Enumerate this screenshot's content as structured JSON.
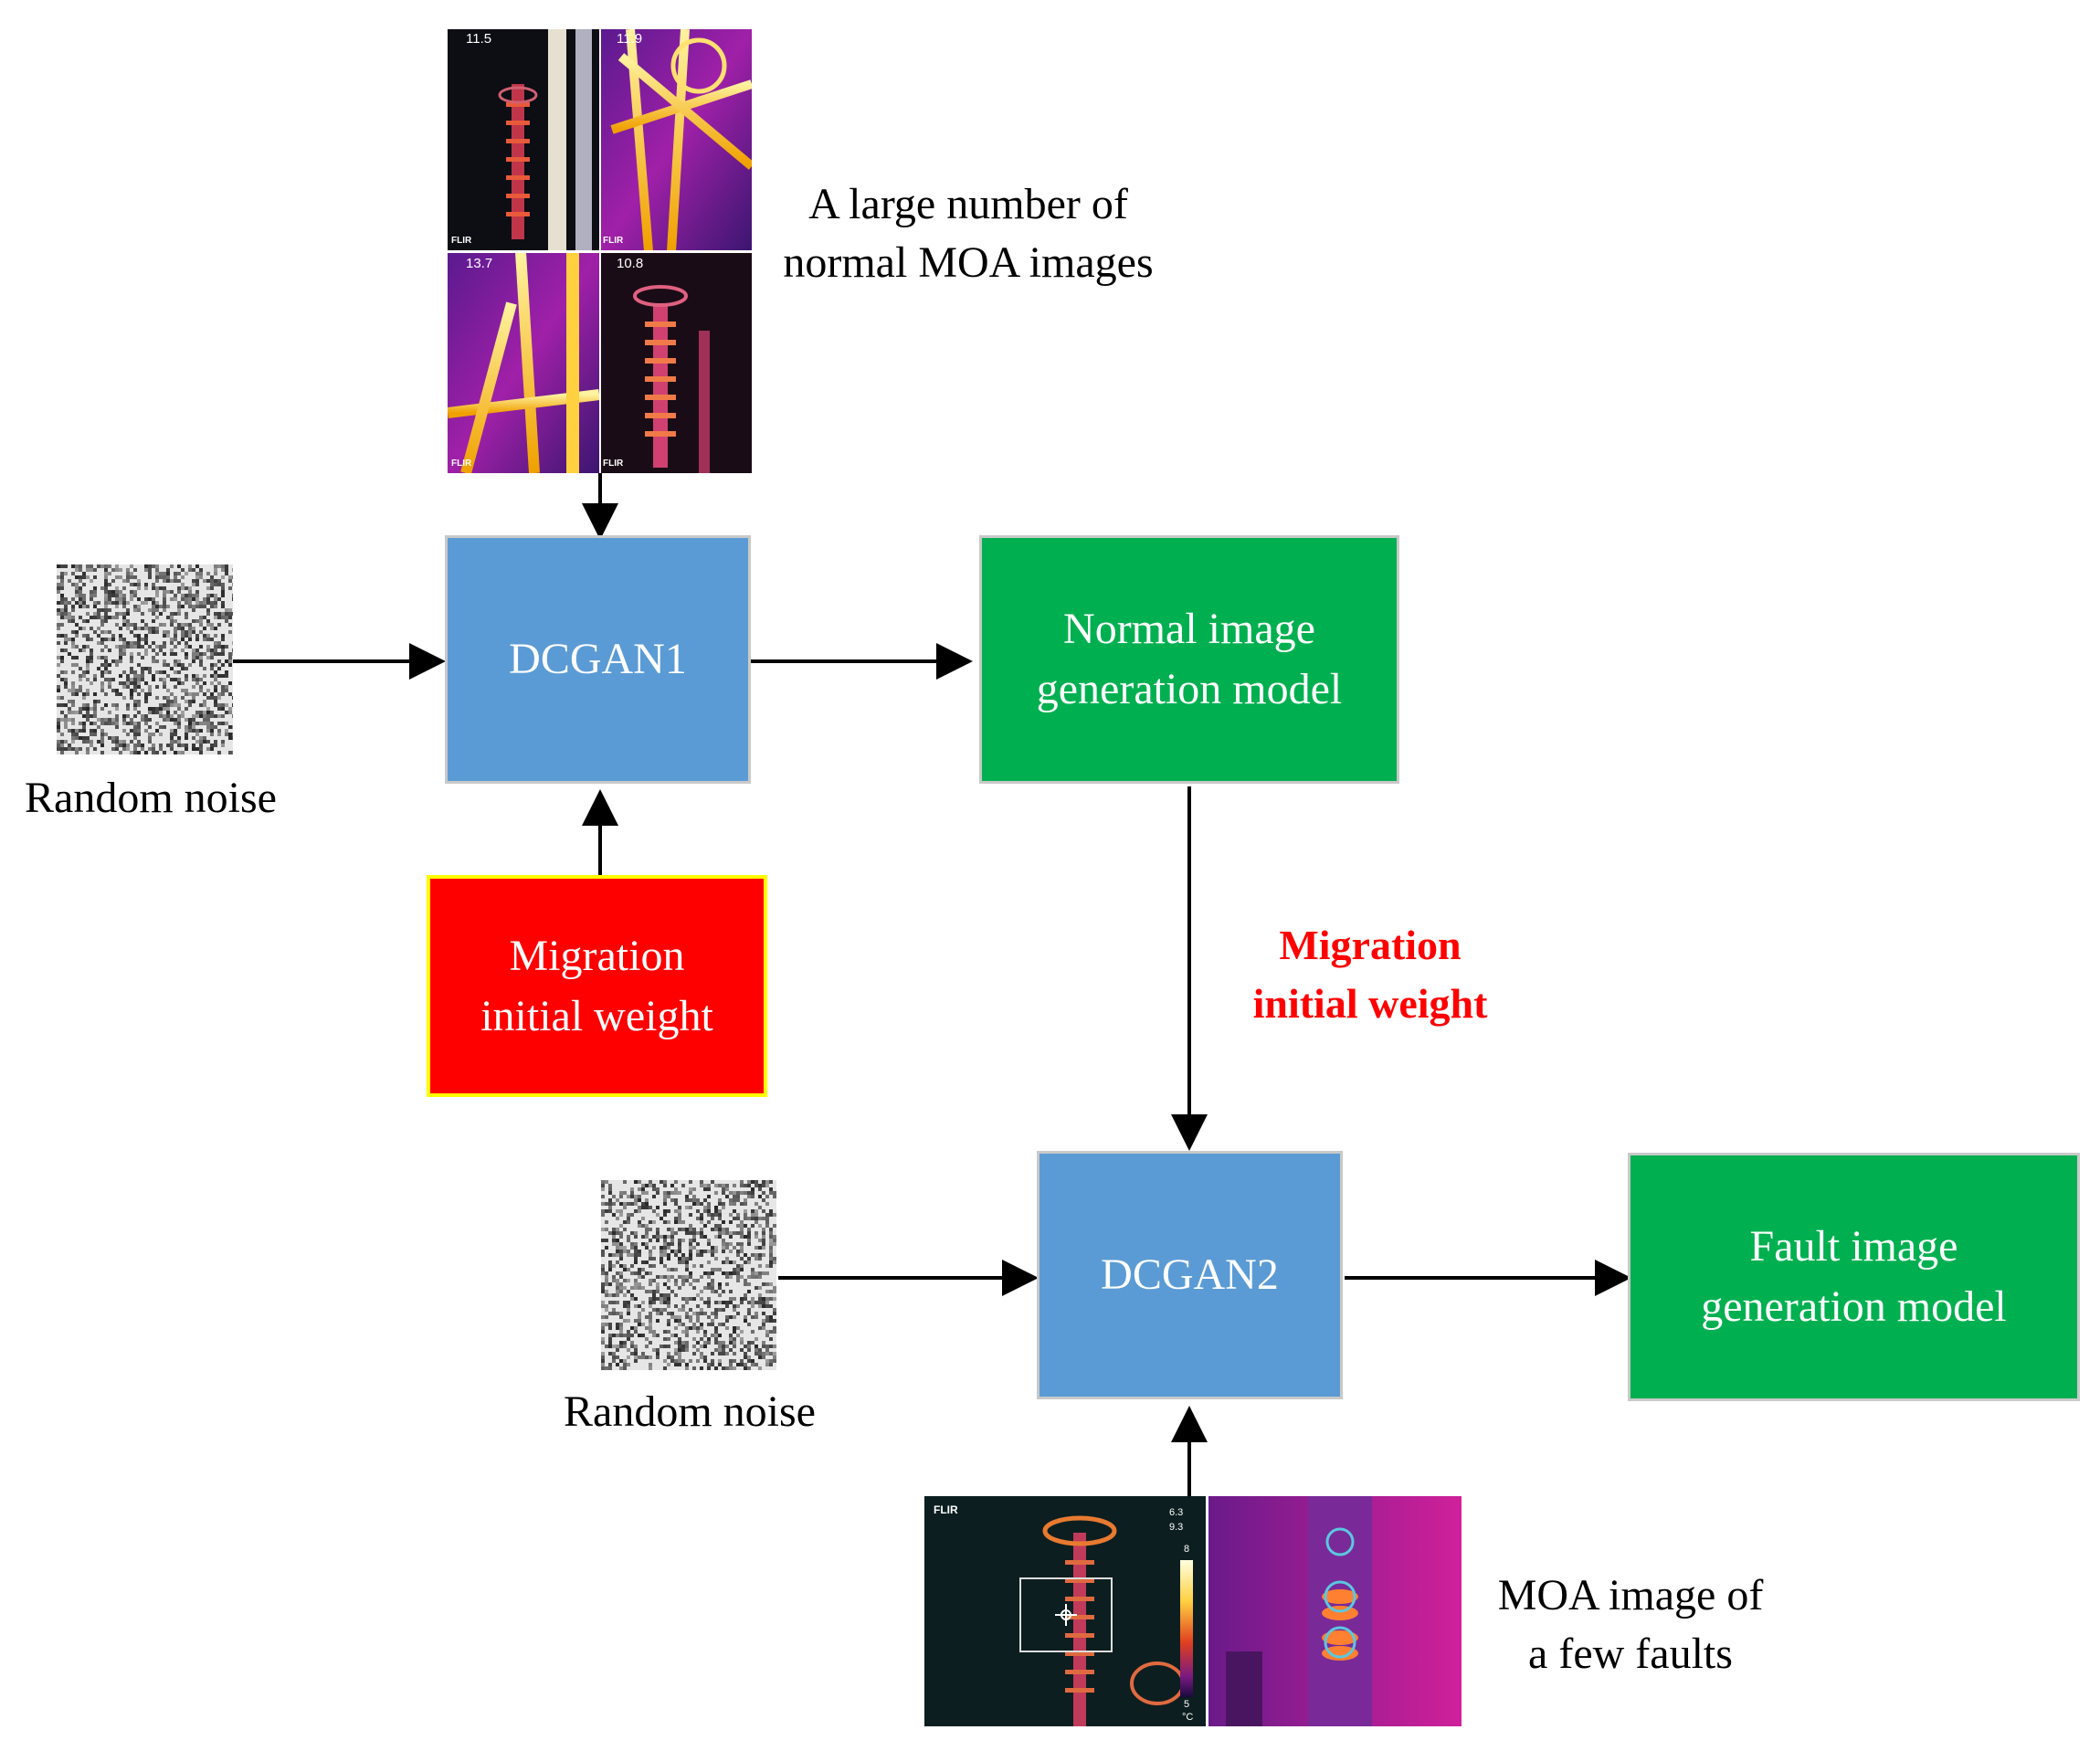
{
  "nodes": {
    "dcgan1": "DCGAN1",
    "dcgan2": "DCGAN2",
    "normal_model": [
      "Normal image",
      "generation model"
    ],
    "fault_model": [
      "Fault image",
      "generation model"
    ],
    "migration_box": [
      "Migration",
      "initial weight"
    ]
  },
  "labels": {
    "large_number": [
      "A large number of",
      "normal MOA images"
    ],
    "random_noise_1": "Random noise",
    "random_noise_2": "Random noise",
    "migration_edge": [
      "Migration",
      "initial weight"
    ],
    "few_faults": [
      "MOA image of",
      "a few faults"
    ]
  },
  "thermal_top": {
    "readouts": [
      "11.5",
      "11.9",
      "13.7",
      "10.8"
    ],
    "brand": "FLIR"
  },
  "thermal_bottom": {
    "brand": "FLIR",
    "scale_top": "8",
    "scale_bottom": "5",
    "unit": "°C",
    "readouts": [
      "6.3",
      "9.3"
    ]
  },
  "colors": {
    "dcgan": "#5b9bd5",
    "model": "#00b050",
    "migration": "#ff0000",
    "migration_border": "#ffff00"
  }
}
